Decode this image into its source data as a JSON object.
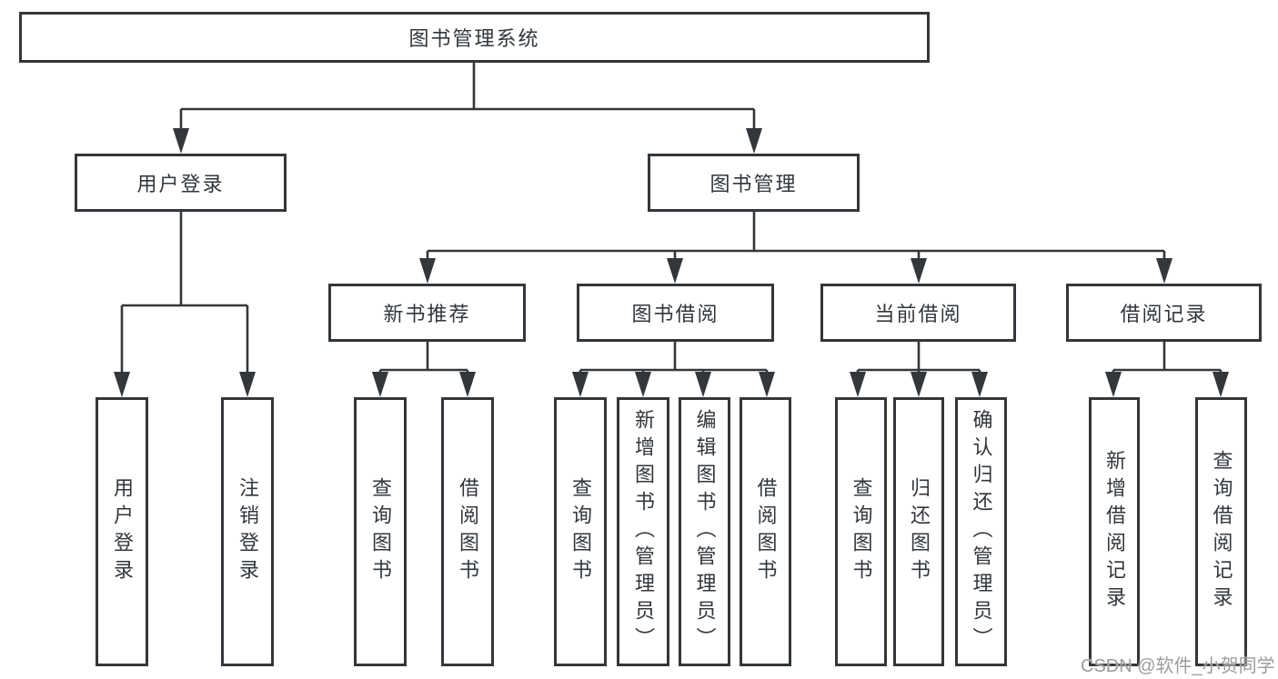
{
  "diagram": {
    "nodes": {
      "root": "图书管理系统",
      "user_login": "用户登录",
      "book_mgmt": "图书管理",
      "new_book_rec": "新书推荐",
      "book_borrow": "图书借阅",
      "current_borrow": "当前借阅",
      "borrow_records": "借阅记录",
      "ul_user_login": "用户登录",
      "ul_logout": "注销登录",
      "nbr_query_books": "查询图书",
      "nbr_borrow_books": "借阅图书",
      "bb_query_books": "查询图书",
      "bb_add_books": "新增图书（管理员）",
      "bb_edit_books": "编辑图书（管理员）",
      "bb_borrow_books": "借阅图书",
      "cb_query_books": "查询图书",
      "cb_return_books": "归还图书",
      "cb_confirm_return": "确认归还（管理员）",
      "br_add_record": "新增借阅记录",
      "br_query_record": "查询借阅记录"
    },
    "colors": {
      "line": "#33373b",
      "text": "#32373c",
      "box_background": "#ffffff",
      "watermark": "#9c9c9c",
      "background": "#ffffff"
    }
  },
  "watermark": "CSDN @软件_小贺同学"
}
